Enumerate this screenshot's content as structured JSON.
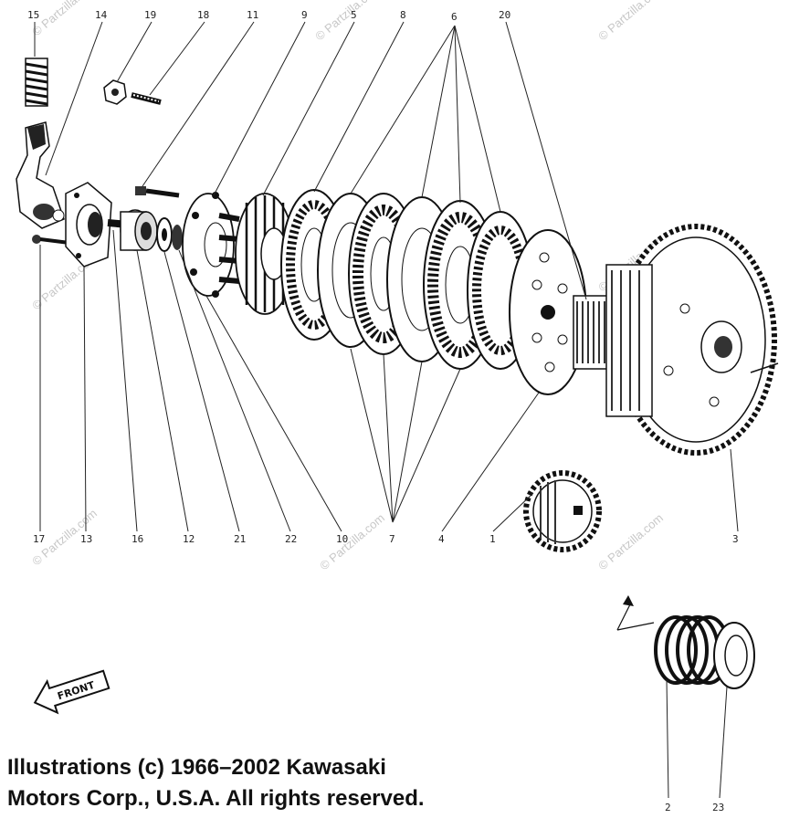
{
  "callouts": {
    "c15": "15",
    "c14": "14",
    "c19": "19",
    "c18": "18",
    "c11": "11",
    "c9": "9",
    "c5": "5",
    "c8": "8",
    "c6": "6",
    "c20": "20",
    "c17": "17",
    "c13": "13",
    "c16": "16",
    "c12": "12",
    "c21": "21",
    "c22": "22",
    "c10": "10",
    "c7": "7",
    "c4": "4",
    "c1": "1",
    "c3": "3",
    "c2": "2",
    "c23": "23"
  },
  "front_label": "FRONT",
  "watermark": "© Partzilla.com",
  "copyright": {
    "line1": "Illustrations (c) 1966–2002 Kawasaki",
    "line2": "Motors Corp., U.S.A.  All rights reserved."
  },
  "colors": {
    "ink": "#111111",
    "watermark": "#c8c8c8",
    "background": "#ffffff"
  }
}
